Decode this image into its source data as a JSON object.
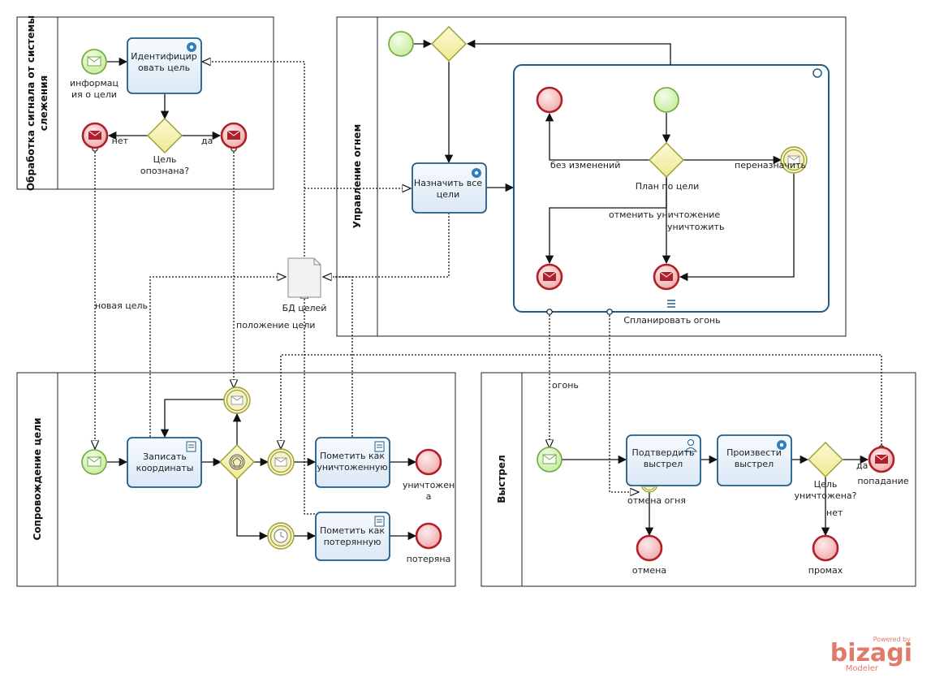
{
  "pools": {
    "signal": "Обработка сигнала от системы слежения",
    "fire": "Управление огнем",
    "track": "Сопровождение цели",
    "shot": "Выстрел"
  },
  "tasks": {
    "identify": "Идентифицировать цель",
    "assign": "Назначить все цели",
    "plan": "Спланировать огонь",
    "record": "Записать координаты",
    "mark_destroyed": "Пометить как уничтоженную",
    "mark_lost": "Пометить как потерянную",
    "confirm": "Подтвердить выстрел",
    "fire_shot": "Произвести выстрел"
  },
  "labels": {
    "info_target": "информация о цели",
    "no": "нет",
    "yes": "да",
    "target_recognized": "Цель опознана?",
    "new_target": "новая цель",
    "target_position": "положение цели",
    "db": "БД целей",
    "no_change": "без изменений",
    "reassign": "переназначить",
    "plan_by_target": "План по цели",
    "cancel_destruction": "отменить уничтожение",
    "destroy": "уничтожить",
    "fire_msg": "огонь",
    "destroyed": "уничтожена",
    "lost": "потеряна",
    "cancel_fire": "отмена огня",
    "cancel": "отмена",
    "target_destroyed_q": "Цель уничтожена?",
    "yes2": "да",
    "no2": "нет",
    "hit": "попадание",
    "miss": "промах"
  },
  "logo": {
    "powered": "Powered by",
    "brand": "bizagi",
    "product": "Modeler"
  },
  "colors": {
    "task_fill": "#eaf2fb",
    "task_stroke": "#1f5d8a",
    "start_fill": "#d8f2b8",
    "start_stroke": "#6fa83a",
    "end_fill": "#f4c7c7",
    "end_stroke": "#b0202a",
    "gateway_fill": "#f7f3b0",
    "gateway_stroke": "#9c9c2a",
    "logo": "#e07a6a"
  }
}
